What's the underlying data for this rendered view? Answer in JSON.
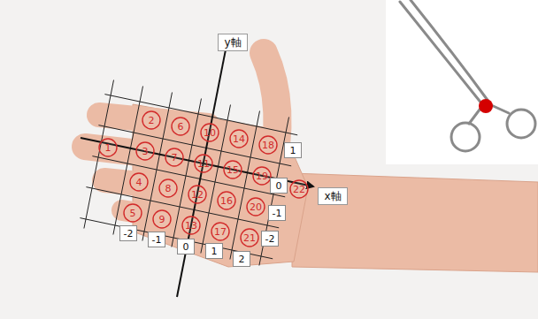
{
  "diagram": {
    "nodes": [
      {
        "text": [
          "1"
        ]
      },
      {
        "text": [
          "2"
        ]
      },
      {
        "text": [
          "3"
        ]
      },
      {
        "text": [
          "4"
        ]
      },
      {
        "text": [
          "5"
        ]
      },
      {
        "text": [
          "6"
        ]
      },
      {
        "text": [
          "7"
        ]
      },
      {
        "text": [
          "8"
        ]
      },
      {
        "text": [
          "9"
        ]
      },
      {
        "text": [
          "10"
        ]
      },
      {
        "text": [
          "11"
        ]
      },
      {
        "text": [
          "12"
        ]
      },
      {
        "text": [
          "13"
        ]
      },
      {
        "text": [
          "14"
        ]
      },
      {
        "text": [
          "15"
        ]
      },
      {
        "text": [
          "16"
        ]
      },
      {
        "text": [
          "17"
        ]
      },
      {
        "text": [
          "18"
        ]
      },
      {
        "text": [
          "19"
        ]
      },
      {
        "text": [
          "20"
        ]
      },
      {
        "text": [
          "21"
        ]
      },
      {
        "text": [
          "22"
        ]
      },
      {
        "text": [
          "-2"
        ]
      },
      {
        "text": [
          "-1"
        ]
      },
      {
        "text": [
          "0"
        ]
      },
      {
        "text": [
          "1"
        ]
      },
      {
        "text": [
          "2"
        ]
      },
      {
        "text": [
          "1"
        ]
      },
      {
        "text": [
          "0"
        ]
      },
      {
        "text": [
          "-1"
        ]
      },
      {
        "text": [
          "-2"
        ]
      },
      {
        "text": [
          "y軸"
        ]
      },
      {
        "text": [
          "x軸"
        ]
      }
    ]
  }
}
